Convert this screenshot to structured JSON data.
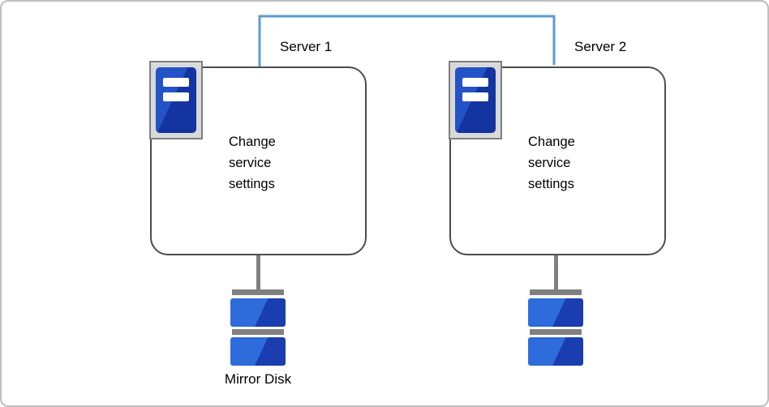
{
  "diagram": {
    "server1": {
      "label": "Server 1",
      "box_text": "Change service settings"
    },
    "server2": {
      "label": "Server 2",
      "box_text": "Change service settings"
    },
    "mirror_disk_label": "Mirror Disk"
  },
  "icons": {
    "server1_icon": "server-tower-icon",
    "server2_icon": "server-tower-icon",
    "disk1_icon": "mirror-disk-stack-icon",
    "disk2_icon": "mirror-disk-stack-icon"
  },
  "colors": {
    "connector_blue": "#5B9BD5",
    "box_border": "#4D4D4D",
    "gray": "#808080",
    "icon_frame_fill": "#D9D9D9",
    "icon_frame_border": "#7F7F7F",
    "server_blue_light": "#2353C6",
    "server_blue_dark": "#1434A0",
    "disk_blue_light": "#2E6BDB",
    "disk_blue_dark": "#1A3EB0",
    "canvas_border": "#BFBFBF"
  }
}
